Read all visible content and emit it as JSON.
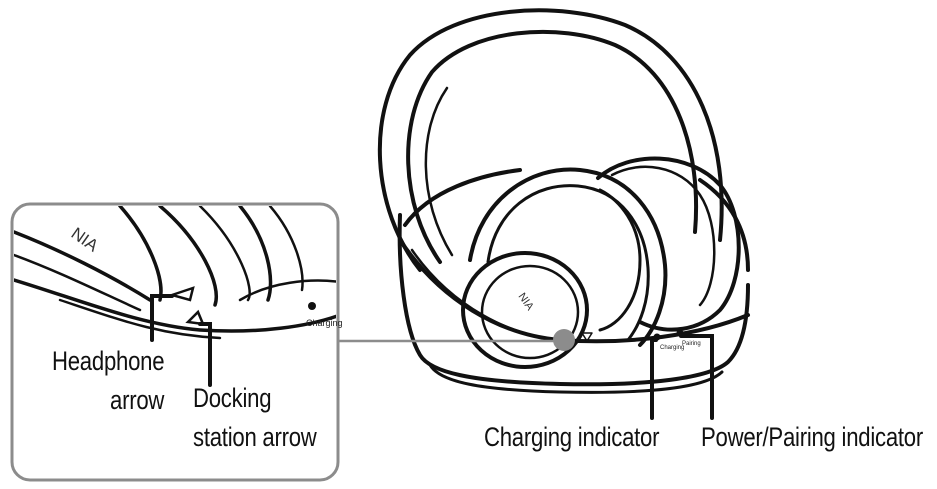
{
  "callouts": {
    "headphone_arrow": [
      "Headphone",
      "arrow"
    ],
    "docking_station_arrow": [
      "Docking",
      "station arrow"
    ],
    "charging_indicator": "Charging indicator",
    "power_pairing_indicator": "Power/Pairing indicator"
  },
  "device_markings": {
    "brand_partial": "NIA",
    "charging_small": "Charging",
    "pairing_small": "Pairing"
  }
}
